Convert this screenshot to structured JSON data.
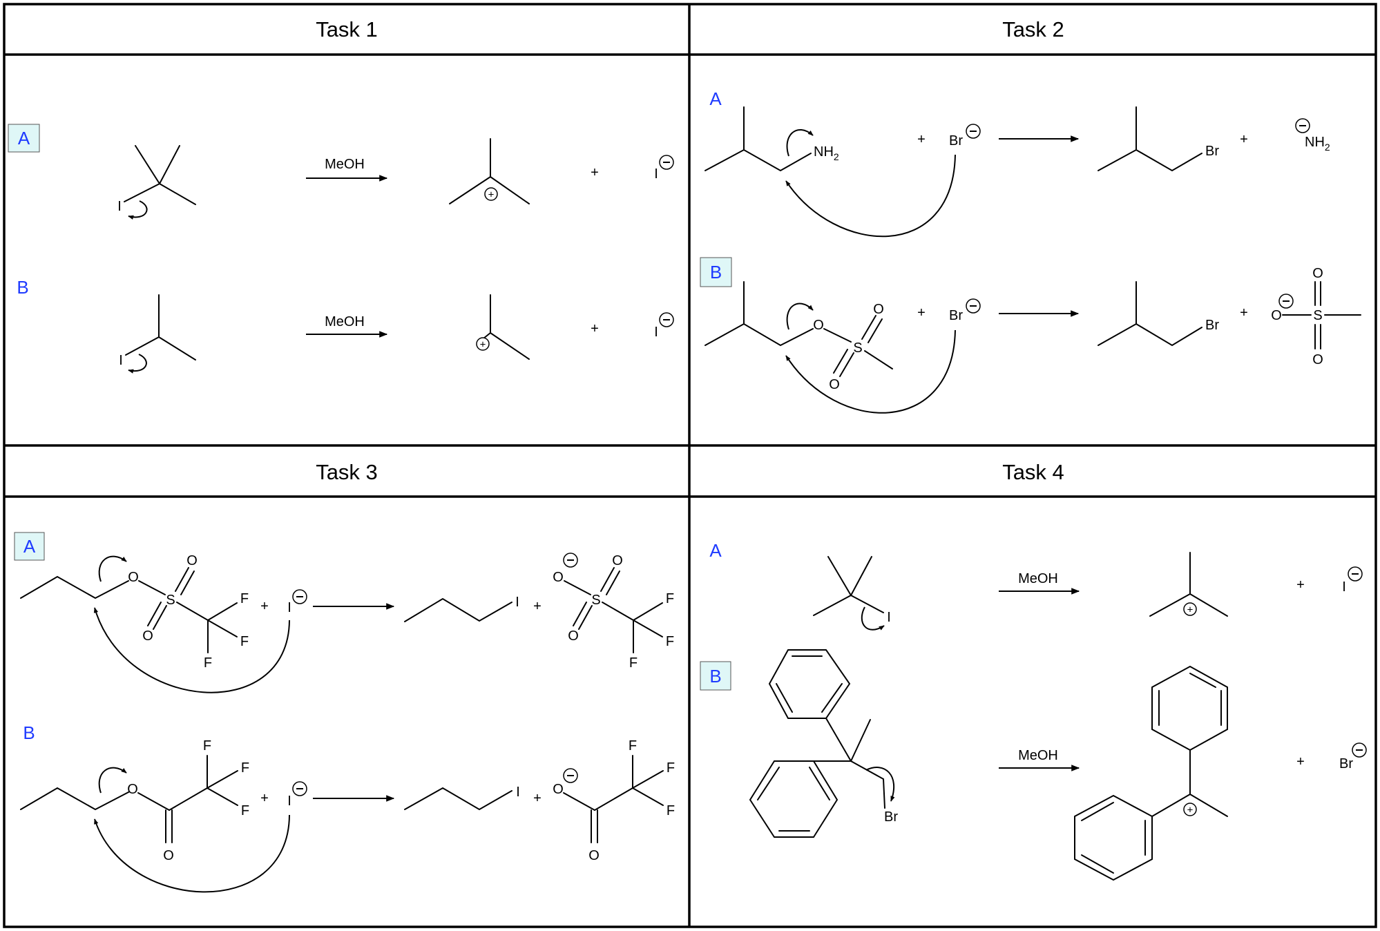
{
  "colors": {
    "option_label": "#1f3bff",
    "option_highlight": "#dff7f7",
    "ink": "#000000"
  },
  "tasks": [
    {
      "title": "Task 1",
      "highlighted": "A",
      "options": [
        {
          "label": "A",
          "reagent": "MeOH",
          "plus": "+",
          "leaving": "I",
          "leaving_charge": "minus",
          "cation_charge": "plus"
        },
        {
          "label": "B",
          "reagent": "MeOH",
          "plus": "+",
          "leaving": "I",
          "leaving_charge": "minus",
          "cation_charge": "plus"
        }
      ]
    },
    {
      "title": "Task 2",
      "highlighted": "B",
      "options": [
        {
          "label": "A",
          "nucleophile": "Br",
          "leaving_group": "NH",
          "leaving_sub": "2",
          "product_atom": "Br",
          "plus": "+",
          "leaving_product": "NH",
          "leaving_product_sub": "2"
        },
        {
          "label": "B",
          "nucleophile": "Br",
          "product_atom": "Br",
          "plus": "+",
          "atoms": {
            "o": "O",
            "s": "S"
          }
        }
      ]
    },
    {
      "title": "Task 3",
      "highlighted": "A",
      "options": [
        {
          "label": "A",
          "nucleophile": "I",
          "product_atom": "I",
          "plus": "+",
          "atoms": {
            "o": "O",
            "s": "S",
            "f": "F"
          }
        },
        {
          "label": "B",
          "nucleophile": "I",
          "product_atom": "I",
          "plus": "+",
          "atoms": {
            "o": "O",
            "f": "F"
          }
        }
      ]
    },
    {
      "title": "Task 4",
      "highlighted": "B",
      "options": [
        {
          "label": "A",
          "reagent": "MeOH",
          "plus": "+",
          "leaving": "I",
          "leaving_atom": "I"
        },
        {
          "label": "B",
          "reagent": "MeOH",
          "plus": "+",
          "leaving": "Br",
          "leaving_atom": "Br"
        }
      ]
    }
  ]
}
